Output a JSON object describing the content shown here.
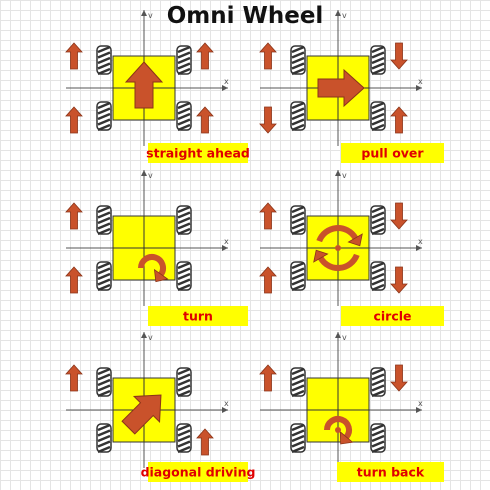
{
  "title": "Omni Wheel",
  "colors": {
    "body": "#ffff00",
    "arrow": "#c9522b",
    "caption_bg": "#ffff00",
    "caption_text": "#e00000",
    "axis": "#555555"
  },
  "axis_labels": {
    "x": "x",
    "y": "v"
  },
  "panels": [
    {
      "caption": "straight ahead",
      "wheels": [
        "up",
        "up",
        "up",
        "up"
      ],
      "body_motion": "arrow-up"
    },
    {
      "caption": "pull over",
      "wheels": [
        "up",
        "down",
        "down",
        "up"
      ],
      "body_motion": "arrow-right"
    },
    {
      "caption": "turn",
      "wheels": [
        "up",
        "none",
        "up",
        "none"
      ],
      "body_motion": "arc-clockwise"
    },
    {
      "caption": "circle",
      "wheels": [
        "up",
        "down",
        "up",
        "down"
      ],
      "body_motion": "rotate-clockwise"
    },
    {
      "caption": "diagonal driving",
      "wheels": [
        "up",
        "none",
        "none",
        "up"
      ],
      "body_motion": "arrow-up-right"
    },
    {
      "caption": "turn back",
      "wheels": [
        "up",
        "down",
        "none",
        "none"
      ],
      "body_motion": "turn-around"
    }
  ]
}
